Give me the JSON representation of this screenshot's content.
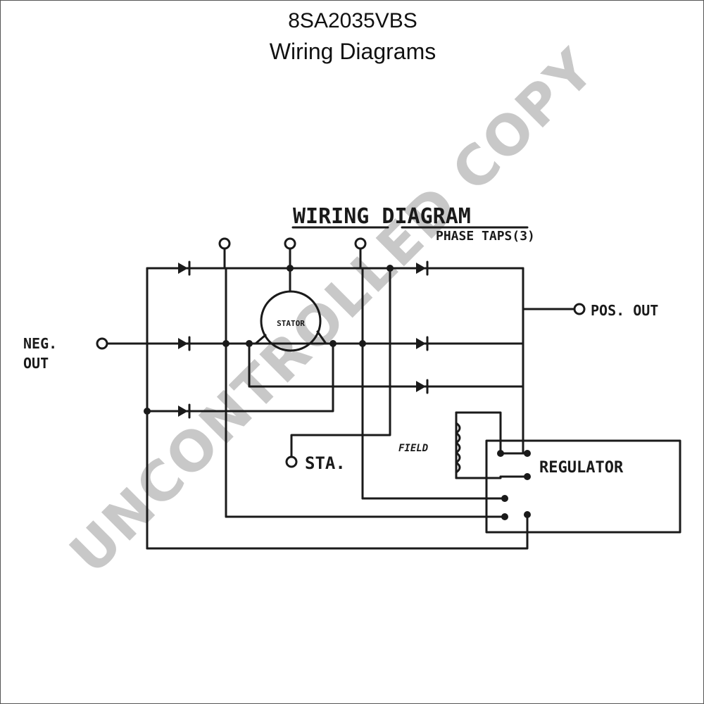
{
  "header": {
    "part_number": "8SA2035VBS",
    "title": "Wiring Diagrams"
  },
  "diagram": {
    "heading": "WIRING DIAGRAM",
    "phase_taps_label": "PHASE TAPS(3)",
    "pos_out_label": "POS. OUT",
    "neg_out_label_line1": "NEG.",
    "neg_out_label_line2": "OUT",
    "stator_label": "STATOR",
    "sta_label": "STA.",
    "field_label": "FIELD",
    "regulator_label": "REGULATOR"
  },
  "watermark": {
    "text": "UNCONTROLLED COPY",
    "color": "#c8c8c8"
  },
  "colors": {
    "ink": "#1a1a1a",
    "watermark": "#c8c8c8"
  }
}
